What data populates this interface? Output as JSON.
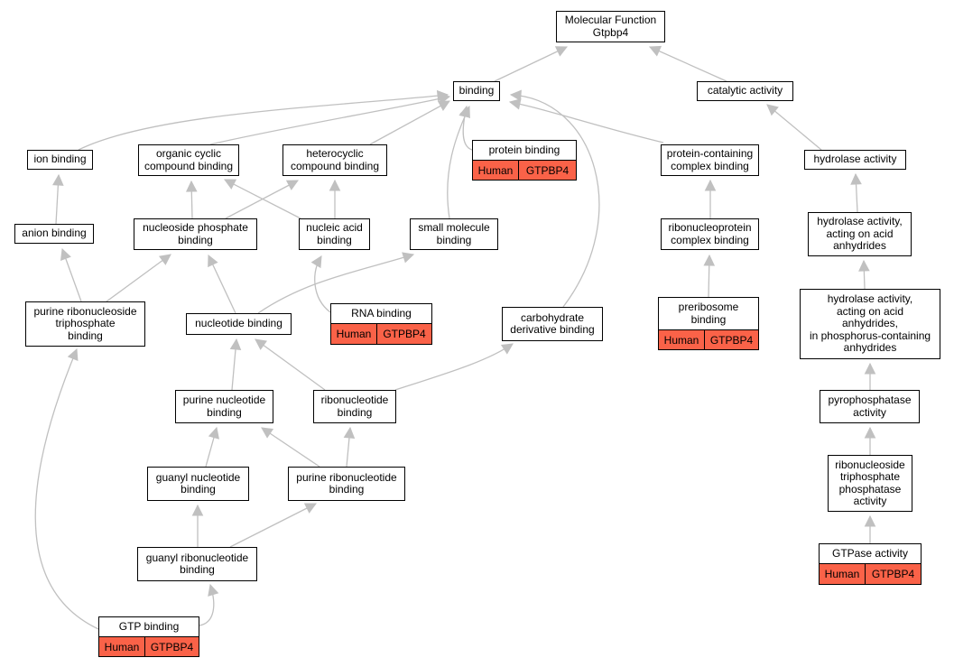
{
  "colors": {
    "edge": "#c0c0c0",
    "annotation": "#fa6248",
    "border": "#000000"
  },
  "nodes": {
    "mf": "Molecular Function\nGtpbp4",
    "binding": "binding",
    "catalytic": "catalytic activity",
    "ion": "ion binding",
    "organic_cyclic": "organic cyclic\ncompound binding",
    "heterocyclic": "heterocyclic\ncompound binding",
    "protein_complex": "protein-containing\ncomplex binding",
    "hydrolase": "hydrolase activity",
    "anion": "anion binding",
    "nucleoside_phosphate": "nucleoside phosphate\nbinding",
    "nucleic_acid": "nucleic acid\nbinding",
    "small_molecule": "small molecule\nbinding",
    "rnp_complex": "ribonucleoprotein\ncomplex binding",
    "hydrolase_anhydrides": "hydrolase activity,\nacting on acid\nanhydrides",
    "purine_rnt": "purine ribonucleoside\ntriphosphate\nbinding",
    "nucleotide": "nucleotide binding",
    "carbohydrate": "carbohydrate\nderivative binding",
    "hydrolase_phosphorus": "hydrolase activity,\nacting on acid\nanhydrides,\nin phosphorus-containing\nanhydrides",
    "purine_nucleotide": "purine nucleotide\nbinding",
    "ribonucleotide": "ribonucleotide\nbinding",
    "pyrophosphatase": "pyrophosphatase\nactivity",
    "guanyl_nucleotide": "guanyl nucleotide\nbinding",
    "purine_ribonucleotide": "purine ribonucleotide\nbinding",
    "rnt_phosphatase": "ribonucleoside\ntriphosphate\nphosphatase\nactivity",
    "guanyl_ribonucleotide": "guanyl ribonucleotide\nbinding"
  },
  "annotated": {
    "protein_binding": {
      "title": "protein binding",
      "species": "Human",
      "gene": "GTPBP4"
    },
    "rna_binding": {
      "title": "RNA binding",
      "species": "Human",
      "gene": "GTPBP4"
    },
    "preribosome": {
      "title": "preribosome\nbinding",
      "species": "Human",
      "gene": "GTPBP4"
    },
    "gtpase": {
      "title": "GTPase activity",
      "species": "Human",
      "gene": "GTPBP4"
    },
    "gtp_binding": {
      "title": "GTP binding",
      "species": "Human",
      "gene": "GTPBP4"
    }
  },
  "edges": [
    [
      "binding",
      "mf"
    ],
    [
      "catalytic",
      "mf"
    ],
    [
      "ion",
      "binding"
    ],
    [
      "organic_cyclic",
      "binding"
    ],
    [
      "heterocyclic",
      "binding"
    ],
    [
      "protein_binding",
      "binding"
    ],
    [
      "small_molecule",
      "binding"
    ],
    [
      "protein_complex",
      "binding"
    ],
    [
      "carbohydrate",
      "binding"
    ],
    [
      "hydrolase",
      "catalytic"
    ],
    [
      "anion",
      "ion"
    ],
    [
      "nucleoside_phosphate",
      "organic_cyclic"
    ],
    [
      "nucleic_acid",
      "organic_cyclic"
    ],
    [
      "nucleoside_phosphate",
      "heterocyclic"
    ],
    [
      "nucleic_acid",
      "heterocyclic"
    ],
    [
      "rnp_complex",
      "protein_complex"
    ],
    [
      "hydrolase_anhydrides",
      "hydrolase"
    ],
    [
      "purine_rnt",
      "anion"
    ],
    [
      "purine_rnt",
      "nucleoside_phosphate"
    ],
    [
      "nucleotide",
      "nucleoside_phosphate"
    ],
    [
      "nucleotide",
      "small_molecule"
    ],
    [
      "rna_binding",
      "nucleic_acid"
    ],
    [
      "preribosome",
      "rnp_complex"
    ],
    [
      "hydrolase_phosphorus",
      "hydrolase_anhydrides"
    ],
    [
      "purine_nucleotide",
      "nucleotide"
    ],
    [
      "ribonucleotide",
      "nucleotide"
    ],
    [
      "ribonucleotide",
      "carbohydrate"
    ],
    [
      "pyrophosphatase",
      "hydrolase_phosphorus"
    ],
    [
      "guanyl_nucleotide",
      "purine_nucleotide"
    ],
    [
      "purine_ribonucleotide",
      "purine_nucleotide"
    ],
    [
      "purine_ribonucleotide",
      "ribonucleotide"
    ],
    [
      "rnt_phosphatase",
      "pyrophosphatase"
    ],
    [
      "guanyl_ribonucleotide",
      "guanyl_nucleotide"
    ],
    [
      "guanyl_ribonucleotide",
      "purine_ribonucleotide"
    ],
    [
      "gtpase",
      "rnt_phosphatase"
    ],
    [
      "gtp_binding",
      "guanyl_ribonucleotide"
    ],
    [
      "gtp_binding",
      "purine_rnt"
    ]
  ]
}
